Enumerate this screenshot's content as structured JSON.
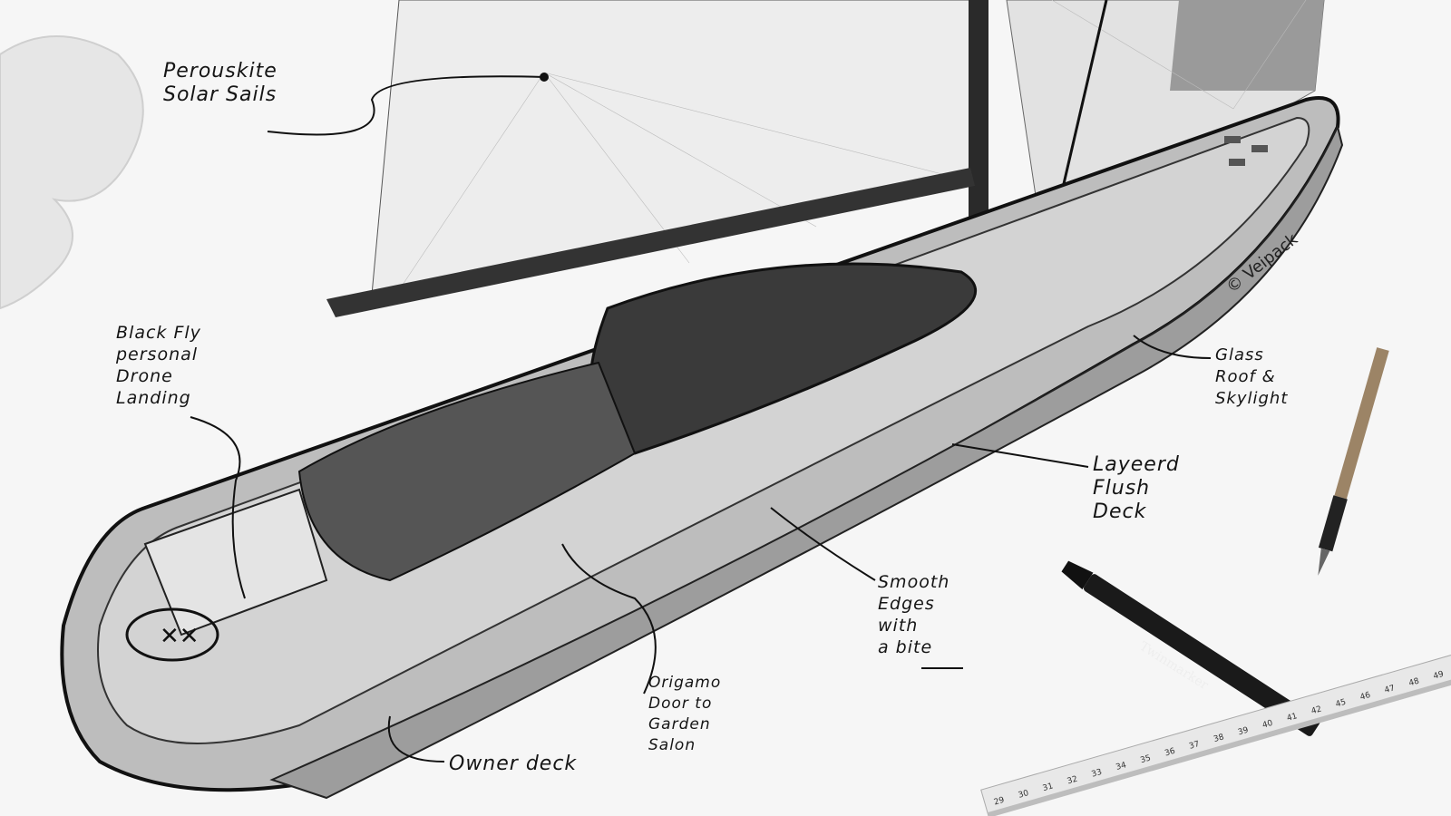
{
  "annotations": {
    "solar_sails": "Perouskite\nSolar Sails",
    "drone_landing": "Black Fly\npersonal\nDrone\nLanding",
    "glass_roof": "Glass\nRoof &\nSkylight",
    "flush_deck": "Layeerd\nFlush\nDeck",
    "smooth_edges": "Smooth\nEdges\nwith\na bite",
    "origami_door": "Origamo\nDoor to\nGarden\nSalon",
    "owner_deck": "Owner deck"
  },
  "copyright": "© Veipack",
  "marker_brand": "Twinmarker",
  "ruler_numbers": [
    "29",
    "30",
    "31",
    "32",
    "33",
    "34",
    "35",
    "36",
    "37",
    "38",
    "39",
    "40",
    "41",
    "42",
    "45",
    "46",
    "47",
    "48",
    "49"
  ],
  "colors": {
    "paper": "#f6f6f6",
    "ink": "#151515",
    "hull_gray": "#a8a8a8",
    "cabin_dark": "#3a3a3a",
    "pencil": "#9c8466"
  }
}
